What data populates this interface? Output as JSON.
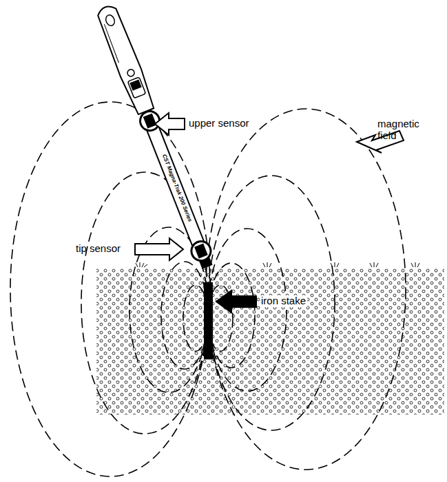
{
  "diagram": {
    "labels": [
      "upper sensor",
      "magnetic field",
      "tip sensor",
      "iron stake",
      "CST Magna-Trak 200 Series"
    ]
  }
}
